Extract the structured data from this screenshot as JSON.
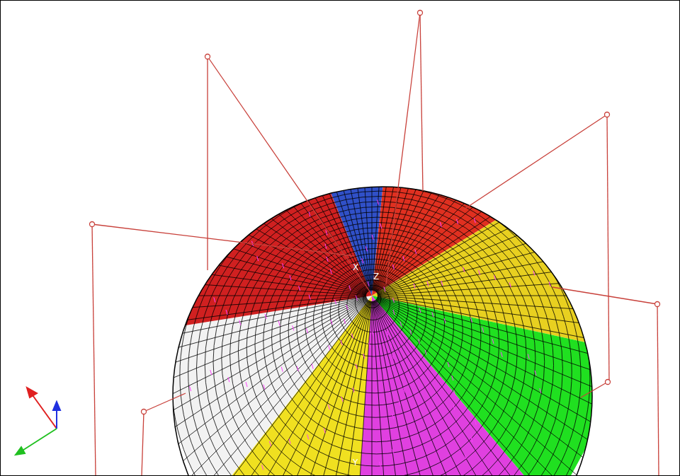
{
  "diagram": {
    "labels": [
      "X",
      "Z",
      "Y"
    ]
  }
}
